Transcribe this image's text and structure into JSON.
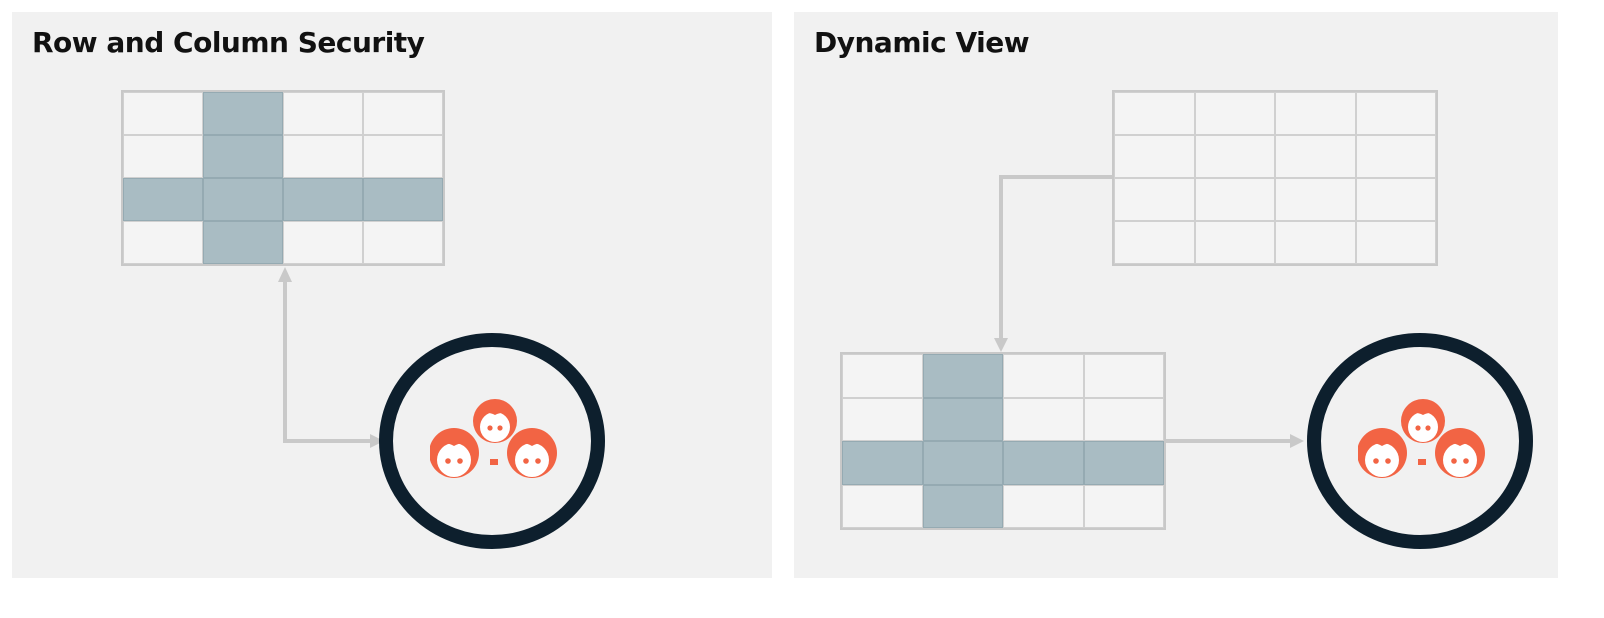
{
  "panels": [
    {
      "id": "row-column-security",
      "title": "Row and Column Security"
    },
    {
      "id": "dynamic-view",
      "title": "Dynamic View"
    }
  ],
  "colors": {
    "panel_bg": "#f1f1f1",
    "highlight": "#a9bcc3",
    "grid_line": "#c8c8c8",
    "arrow": "#c9c9c9",
    "circle": "#0d1f2d",
    "people": "#f26444"
  },
  "icons": [
    "people-group-icon",
    "arrow-icon"
  ]
}
